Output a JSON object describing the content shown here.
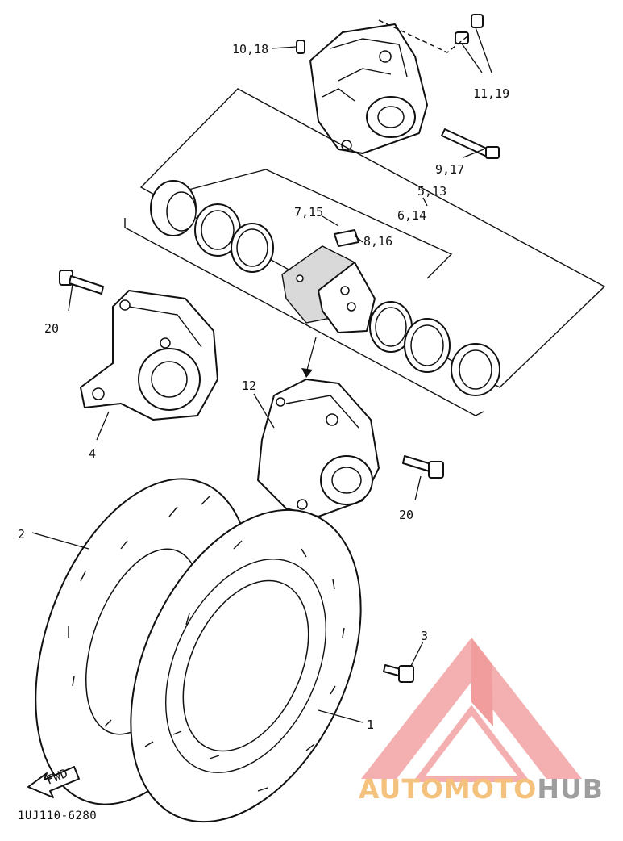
{
  "diagram": {
    "code": "1UJ110-6280",
    "fwd_label": "FWD",
    "labels": {
      "l10_18": "10,18",
      "l11_19": "11,19",
      "l9_17": "9,17",
      "l5_13": "5,13",
      "l6_14": "6,14",
      "l7_15": "7,15",
      "l8_16": "8,16",
      "l20_left": "20",
      "l4": "4",
      "l12": "12",
      "l20_right": "20",
      "l2": "2",
      "l3": "3",
      "l1": "1"
    }
  },
  "watermark": {
    "part1": "AUTOMOTO",
    "part2": "HUB",
    "colors": {
      "logo": "#f08a8a",
      "text_light": "#f4c27d",
      "text_dark": "#9e9e9e"
    }
  }
}
